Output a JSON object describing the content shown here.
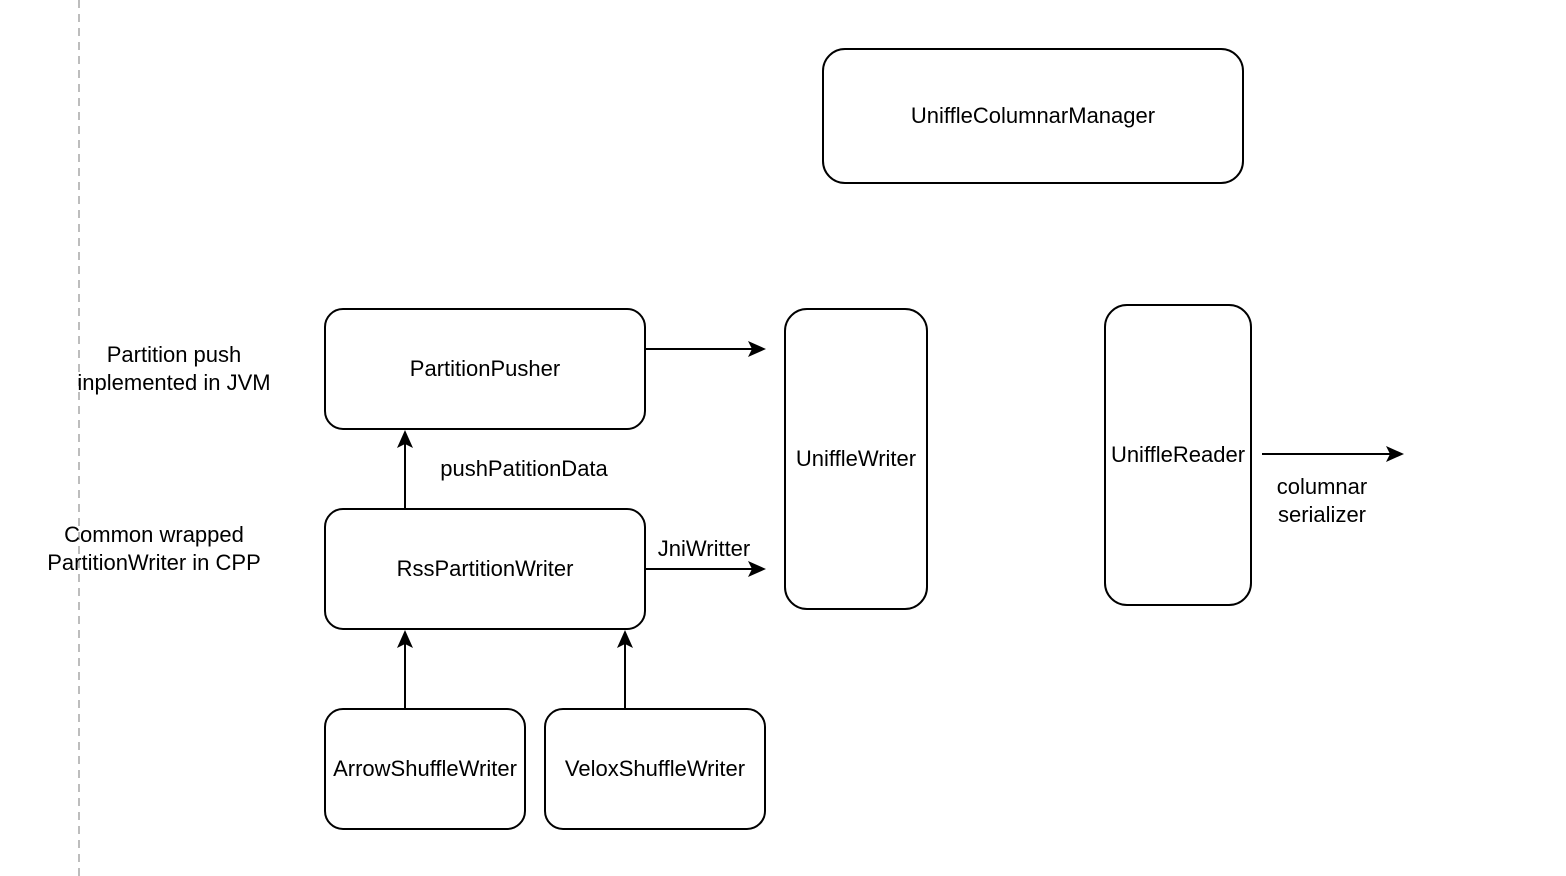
{
  "nodes": {
    "unifflecolumnarmanager": {
      "label": "UniffleColumnarManager"
    },
    "partitionpusher": {
      "label": "PartitionPusher"
    },
    "rsspartitionwriter": {
      "label": "RssPartitionWriter"
    },
    "arrowshufflewriter": {
      "label": "ArrowShuffleWriter"
    },
    "veloxshufflewriter": {
      "label": "VeloxShuffleWriter"
    },
    "unifflewriter": {
      "label": "UniffleWriter"
    },
    "unifflereader": {
      "label": "UniffleReader"
    }
  },
  "annotations": {
    "partition_push": {
      "line1": "Partition push",
      "line2": "inplemented in JVM"
    },
    "common_wrapped": {
      "line1": "Common wrapped",
      "line2": "PartitionWriter in CPP"
    },
    "columnar_serializer": {
      "line1": "columnar",
      "line2": "serializer"
    }
  },
  "edges": {
    "push_partition_data": {
      "label": "pushPatitionData"
    },
    "jni_writter": {
      "label": "JniWritter"
    }
  },
  "colors": {
    "stroke": "#000000",
    "divider": "#bdbdbd",
    "background": "#ffffff"
  }
}
